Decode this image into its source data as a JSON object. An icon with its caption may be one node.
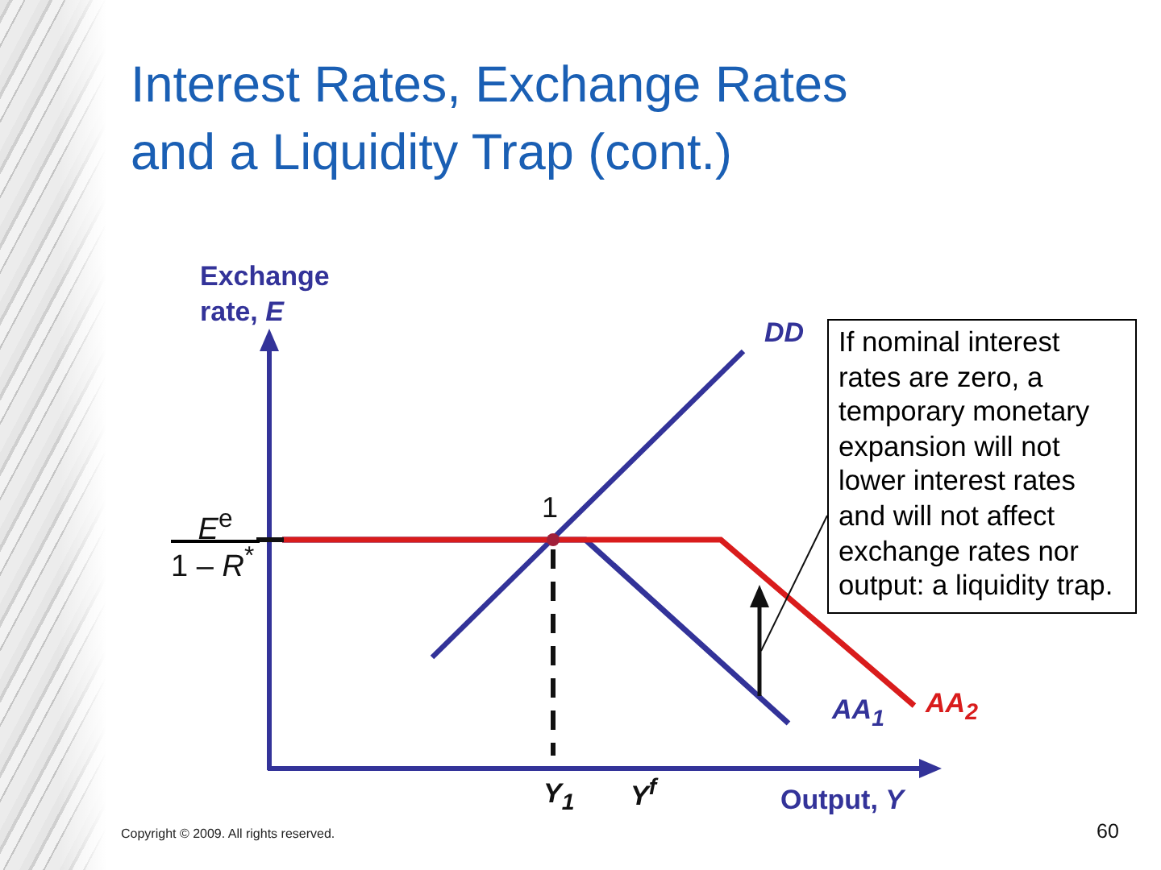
{
  "diagram": {
    "title": "Interest Rates, Exchange Rates and a Liquidity Trap (cont.)",
    "nodes": [
      {
        "text": [
          "If nominal interest rates are zero, a temporary monetary expansion will not lower interest rates and will not affect exchange rates nor output: a liquidity trap."
        ]
      },
      {
        "text": [],
        "shape": "arrow"
      }
    ],
    "edges": [
      {
        "from": 0,
        "to": 1,
        "arrow": "none"
      }
    ],
    "labels": [
      "Exchange rate, *E*",
      "DD",
      "1",
      "*E*$^{e}$",
      "1 – *R*$^{*}$",
      "AA$_{1}$",
      "AA$_{2}$",
      "Y$_{1}$",
      "Y$^{f}$",
      "Output, *Y*",
      "Copyright © 2009. All rights reserved.",
      "60"
    ]
  }
}
